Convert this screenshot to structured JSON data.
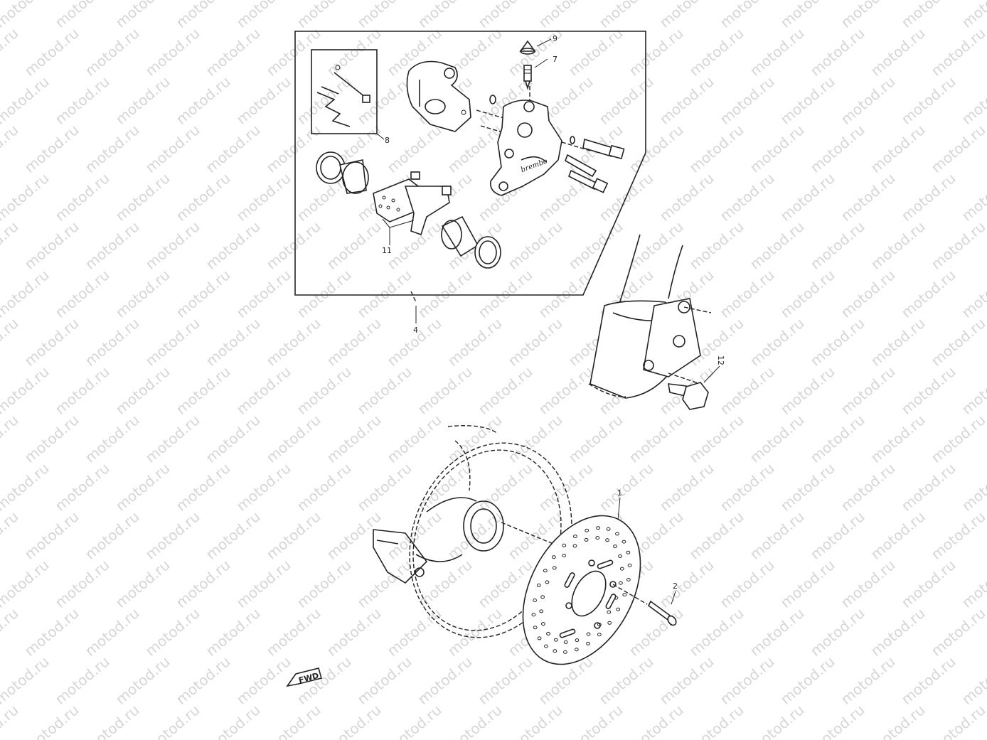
{
  "watermark": "motod.ru",
  "callouts": {
    "disc": "1",
    "disc_bolt": "2",
    "caliper_assembly": "4",
    "bleed_screw": "7",
    "pin_kit": "8",
    "bleed_cap": "9",
    "brake_pads": "11",
    "caliper_bolt": "12"
  },
  "fwd_label": "FWD"
}
